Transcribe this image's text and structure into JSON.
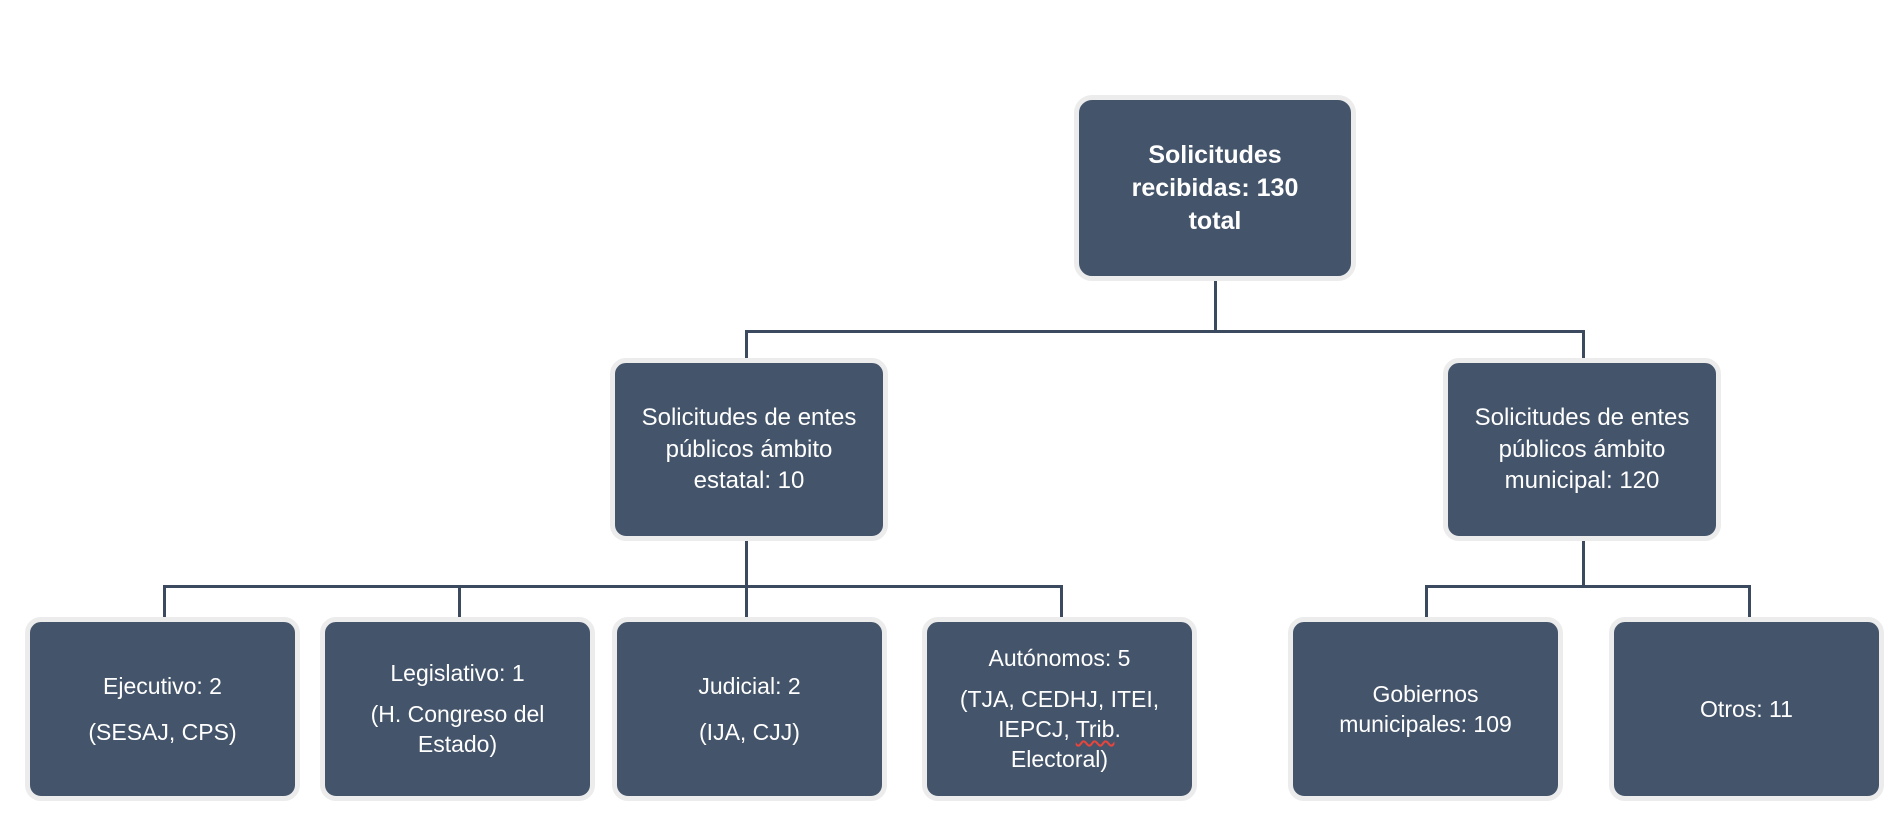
{
  "diagram": {
    "type": "organizational-tree",
    "title_text": "Solicitudes recibidas: 130 total",
    "colors": {
      "node_fill": "#44546A",
      "node_border": "#ECECED",
      "connector": "#3B4A5E",
      "text": "#FFFFFF",
      "background": "#FFFFFF",
      "spellcheck_underline": "#E8453C"
    },
    "root": {
      "name": "solicitudes-recibidas",
      "line1": "Solicitudes",
      "line2": "recibidas: 130",
      "line3": "total",
      "value": 130,
      "label": "Solicitudes recibidas",
      "unit": "total"
    },
    "branches": [
      {
        "name": "ambito-estatal",
        "line1": "Solicitudes de entes",
        "line2": "públicos ámbito",
        "line3": "estatal: 10",
        "label": "Solicitudes de entes públicos ámbito estatal",
        "value": 10,
        "children": [
          {
            "name": "ejecutivo",
            "line1": "Ejecutivo: 2",
            "line2": "(SESAJ, CPS)",
            "label": "Ejecutivo",
            "value": 2,
            "entities": [
              "SESAJ",
              "CPS"
            ]
          },
          {
            "name": "legislativo",
            "line1": "Legislativo: 1",
            "line2": "(H. Congreso del",
            "line3": "Estado)",
            "label": "Legislativo",
            "value": 1,
            "entities": [
              "H. Congreso del Estado"
            ]
          },
          {
            "name": "judicial",
            "line1": "Judicial: 2",
            "line2": "(IJA, CJJ)",
            "label": "Judicial",
            "value": 2,
            "entities": [
              "IJA",
              "CJJ"
            ]
          },
          {
            "name": "autonomos",
            "line1": "Autónomos: 5",
            "line2": "(TJA, CEDHJ, ITEI,",
            "line3_pre": "IEPCJ, ",
            "line3_misspelled": "Trib",
            "line3_post": ".",
            "line4": "Electoral)",
            "label": "Autónomos",
            "value": 5,
            "entities": [
              "TJA",
              "CEDHJ",
              "ITEI",
              "IEPCJ",
              "Trib. Electoral"
            ]
          }
        ]
      },
      {
        "name": "ambito-municipal",
        "line1": "Solicitudes de entes",
        "line2": "públicos ámbito",
        "line3": "municipal: 120",
        "label": "Solicitudes de entes públicos ámbito municipal",
        "value": 120,
        "children": [
          {
            "name": "gobiernos-municipales",
            "line1": "Gobiernos",
            "line2": "municipales: 109",
            "label": "Gobiernos municipales",
            "value": 109
          },
          {
            "name": "otros",
            "line1": "Otros: 11",
            "label": "Otros",
            "value": 11
          }
        ]
      }
    ]
  }
}
